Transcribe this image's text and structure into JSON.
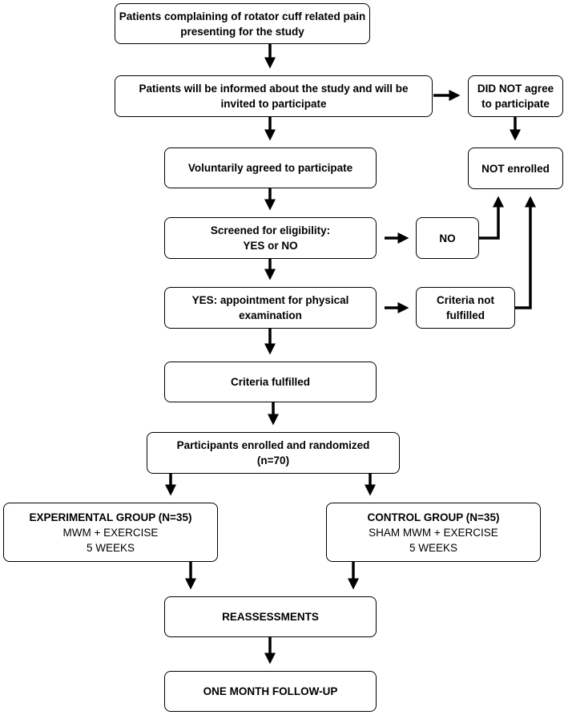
{
  "boxes": {
    "presenting": {
      "lines": [
        "Patients complaining of rotator cuff related pain",
        "presenting for the study"
      ]
    },
    "informed": {
      "lines": [
        "Patients will be informed about the study and will be",
        "invited to participate"
      ]
    },
    "did_not_agree": {
      "lines": [
        "DID NOT agree",
        "to participate"
      ]
    },
    "not_enrolled": {
      "lines": [
        "NOT enrolled"
      ]
    },
    "agreed": {
      "lines": [
        "Voluntarily agreed to participate"
      ]
    },
    "screened": {
      "lines": [
        "Screened  for eligibility:",
        "YES or NO"
      ]
    },
    "no": {
      "lines": [
        "NO"
      ]
    },
    "appointment": {
      "lines": [
        "YES: appointment for physical",
        "examination"
      ]
    },
    "criteria_not": {
      "lines": [
        "Criteria not",
        "fulfilled"
      ]
    },
    "criteria_ok": {
      "lines": [
        "Criteria fulfilled"
      ]
    },
    "randomized": {
      "lines": [
        "Participants enrolled and randomized",
        "(n=70)"
      ]
    },
    "experimental": {
      "lines": [
        "EXPERIMENTAL GROUP (N=35)",
        "MWM + EXERCISE",
        "5 WEEKS"
      ]
    },
    "control": {
      "lines": [
        "CONTROL GROUP (N=35)",
        "SHAM MWM + EXERCISE",
        "5 WEEKS"
      ]
    },
    "reassess": {
      "lines": [
        "REASSESSMENTS"
      ]
    },
    "followup": {
      "lines": [
        "ONE MONTH FOLLOW-UP"
      ]
    }
  }
}
